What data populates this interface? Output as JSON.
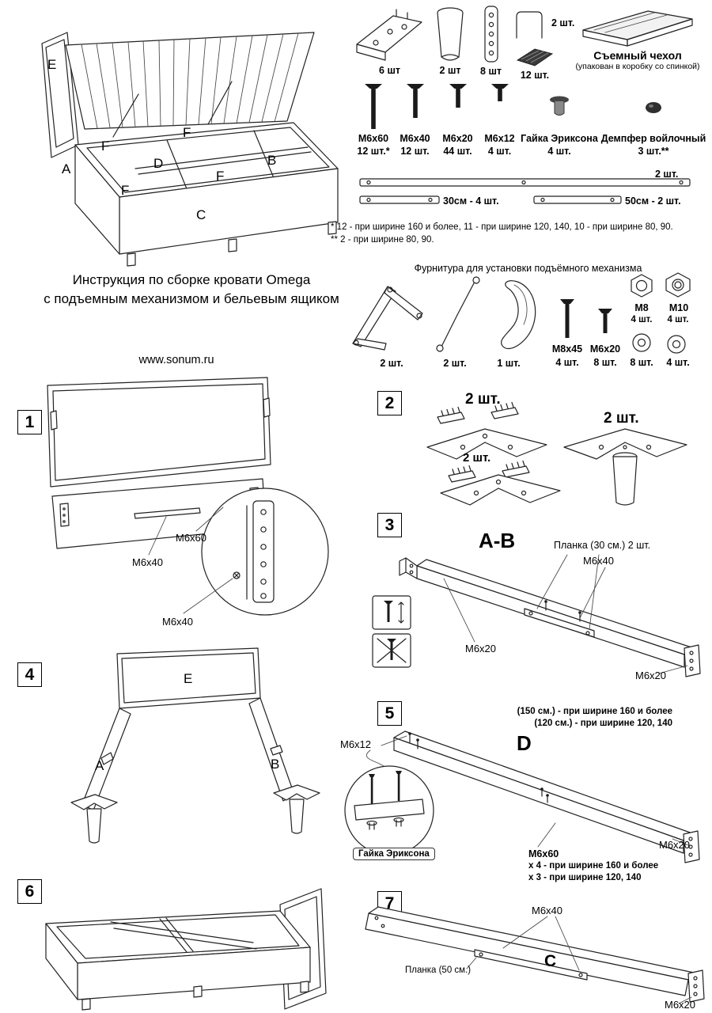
{
  "bed": {
    "e": "E",
    "f_top_left": "F",
    "f_top_right": "F",
    "a": "A",
    "d": "D",
    "b": "B",
    "f_mid_right": "F",
    "f_mid_left": "F",
    "c": "C"
  },
  "parts": {
    "bracket_qty": "6 шт",
    "leg_qty": "2 шт",
    "plate_qty": "8 шт",
    "handle_qty": "2 шт.",
    "damper_qty": "12 шт.",
    "cover_title": "Съемный чехол",
    "cover_note": "(упакован в коробку со спинкой)",
    "bolts": [
      {
        "label": "M6x60",
        "qty": "12 шт.*"
      },
      {
        "label": "M6x40",
        "qty": "12 шт."
      },
      {
        "label": "M6x20",
        "qty": "44 шт."
      },
      {
        "label": "M6x12",
        "qty": "4 шт."
      }
    ],
    "erikson_label": "Гайка Эриксона",
    "erikson_qty": "4 шт.",
    "felt_label": "Демпфер войлочный",
    "felt_qty": "3 шт.**",
    "strip_long_qty": "2 шт.",
    "strip_30": "30см - 4 шт.",
    "strip_50": "50см - 2 шт.",
    "footnote_1": "* 12 - при ширине 160 и более, 11 - при ширине 120, 140, 10 - при ширине 80, 90.",
    "footnote_2": "** 2 - при ширине 80, 90."
  },
  "title": {
    "line1": "Инструкция по сборке кровати Omega",
    "line2": "с подъемным механизмом и бельевым ящиком",
    "website": "www.sonum.ru"
  },
  "lift": {
    "title": "Фурнитура для установки подъёмного механизма",
    "mech_qty": "2 шт.",
    "strut_qty": "2 шт.",
    "strap_qty": "1 шт.",
    "bolt_m8x45_label": "M8x45",
    "bolt_m8x45_qty": "4 шт.",
    "bolt_m6x20_label": "M6x20",
    "bolt_m6x20_qty": "8 шт.",
    "nut_m8_label": "M8",
    "nut_m8_qty": "4 шт.",
    "nut_m10_label": "M10",
    "nut_m10_qty": "4 шт.",
    "washer_8_qty": "8 шт.",
    "washer_4_qty": "4 шт."
  },
  "steps": {
    "s1": {
      "num": "1",
      "m6x60": "M6x60",
      "m6x40_a": "M6x40",
      "m6x40_b": "M6x40"
    },
    "s2": {
      "num": "2",
      "qty_top": "2 шт.",
      "qty_mid": "2 шт.",
      "qty_right": "2 шт."
    },
    "s3": {
      "num": "3",
      "heading": "A-B",
      "planka": "Планка (30 см.)  2 шт.",
      "m6x40": "M6x40",
      "m6x20_left": "M6x20",
      "m6x20_right": "M6x20"
    },
    "s4": {
      "num": "4",
      "e": "E",
      "a": "A",
      "b": "B"
    },
    "s5": {
      "num": "5",
      "note_150": "(150 см.) - при ширине 160 и более",
      "note_120": "(120 см.) - при ширине 120, 140",
      "heading": "D",
      "m6x12": "M6x12",
      "erikson": "Гайка Эриксона",
      "m6x60": "M6x60",
      "m6x60_note1": "х 4 - при ширине 160 и более",
      "m6x60_note2": "х 3 - при ширине 120, 140",
      "m6x20": "M6x20"
    },
    "s6": {
      "num": "6"
    },
    "s7": {
      "num": "7",
      "m6x40": "M6x40",
      "planka": "Планка (50 см.)",
      "heading": "C",
      "m6x20": "M6x20"
    }
  }
}
